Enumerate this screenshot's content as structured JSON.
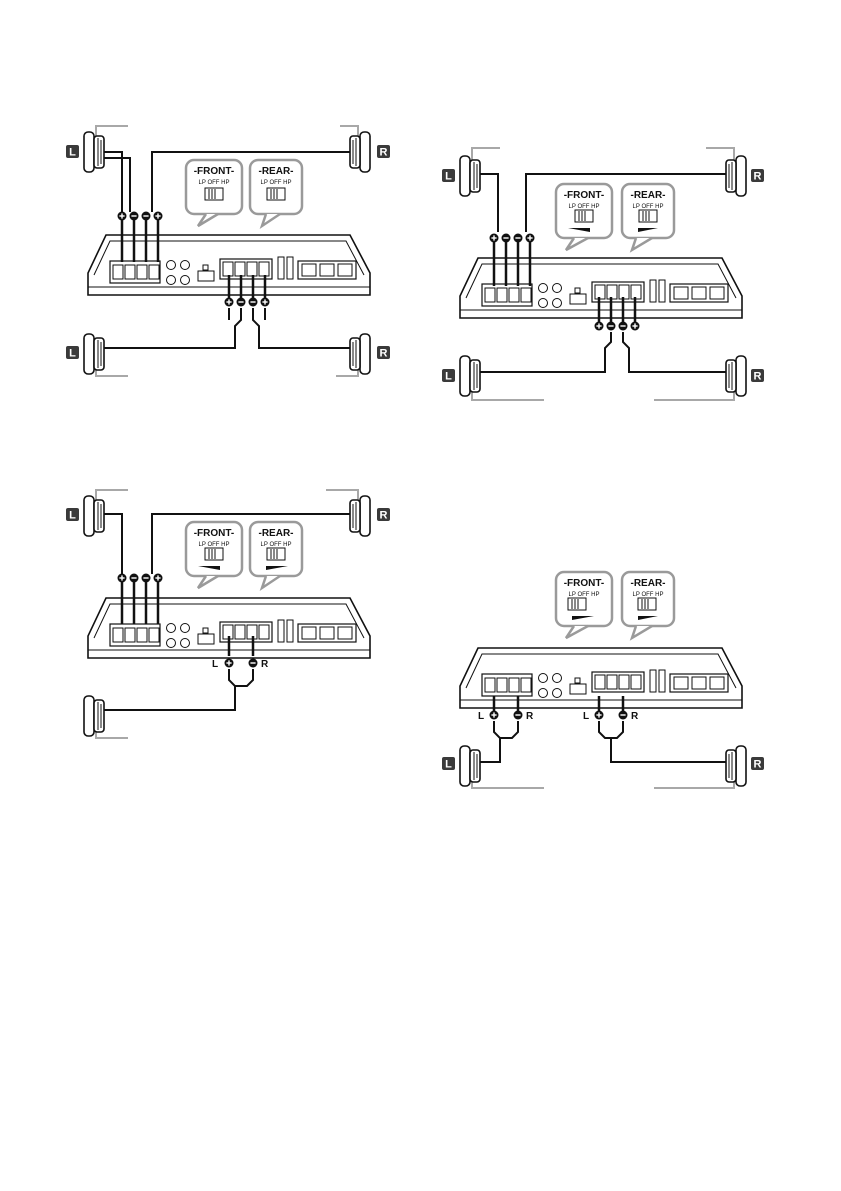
{
  "labels": {
    "front": "-FRONT-",
    "rear": "-REAR-",
    "switch_positions": "LP  OFF  HP",
    "left": "L",
    "right": "R"
  },
  "diagrams": [
    {
      "id": "four-speaker-top-left",
      "front_lowpass": false,
      "rear_lowpass": false,
      "center_sub": false
    },
    {
      "id": "four-speaker-top-right",
      "front_lowpass": true,
      "rear_lowpass": false,
      "center_sub": false
    },
    {
      "id": "three-channel-bottom-left",
      "front_lowpass": true,
      "rear_lowpass": false,
      "center_sub": true
    },
    {
      "id": "two-sub-bottom-right",
      "front_lowpass": false,
      "rear_lowpass": false,
      "center_sub": false
    }
  ],
  "colors": {
    "line": "#111111",
    "grey_wire": "#a8a8a8",
    "bubble_border": "#9a9a9a",
    "badge": "#3a3a3a"
  },
  "icons": [
    "speaker-icon",
    "amplifier-icon",
    "crossover-switch-icon",
    "arrow-icon"
  ]
}
